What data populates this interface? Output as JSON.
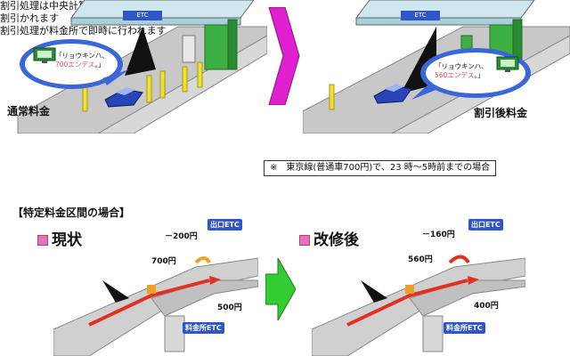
{
  "top_left": {
    "gate_sign": "ETC",
    "bubble_line1": "「リョウキンハ、",
    "bubble_line2_prefix": "",
    "bubble_price": "700エンデス",
    "bubble_line2_suffix": "。」",
    "label": "通常料金",
    "caption_line1": "割引処理は中央計算機で行われ、請求時に",
    "caption_line2": "割引かれます"
  },
  "top_right": {
    "gate_sign": "ETC",
    "bubble_line1": "「リョウキンハ、",
    "bubble_price": "560エンデス",
    "bubble_line2_suffix": "。」",
    "label": "割引後料金",
    "caption": "割引処理が料金所で即時に行われます",
    "note": "※　東京線(普通車700円)で、23 時〜5時前までの場合"
  },
  "section_heading": "【特定料金区間の場合】",
  "current": {
    "title": "現状",
    "price_minus": "－200円",
    "price_main": "700円",
    "price_exit": "500円",
    "exit_etc": "出口ETC",
    "gate_etc": "料金所ETC"
  },
  "after": {
    "title": "改修後",
    "price_minus": "－160円",
    "price_main": "560円",
    "price_exit": "400円",
    "exit_etc": "出口ETC",
    "gate_etc": "料金所ETC"
  },
  "colors": {
    "arrow_magenta": "#e020d0",
    "arrow_green": "#33cc33",
    "canopy": "#cfe8f0",
    "booth_green": "#3cb043",
    "bubble_blue": "#3a66d8",
    "car_blue": "#2744b8",
    "route_red": "#e03020",
    "exit_orange": "#f0a020",
    "etc_chip": "#2f56c8",
    "price_red": "#e03030"
  },
  "icons": [
    "arrow-right-icon",
    "car-icon",
    "speech-bubble-icon",
    "monitor-icon",
    "route-arrow-icon"
  ]
}
